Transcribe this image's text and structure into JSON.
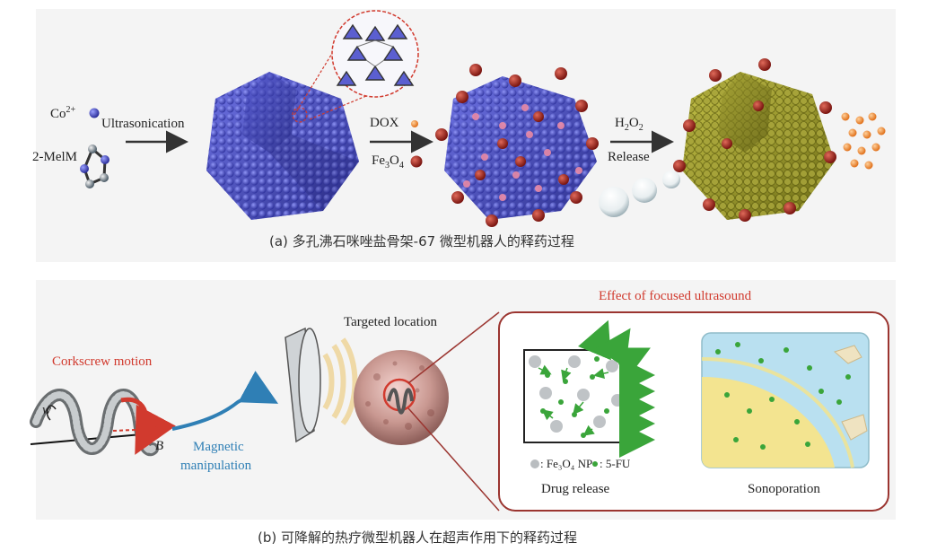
{
  "panel_a": {
    "co_label": "Co",
    "co_sup": "2+",
    "melm_label": "2-MelM",
    "ultrasonication": "Ultrasonication",
    "dox": "DOX",
    "fe3o4_prefix": "Fe",
    "fe3o4_sub1": "3",
    "fe3o4_mid": "O",
    "fe3o4_sub2": "4",
    "h2o2_h": "H",
    "h2o2_sub1": "2",
    "h2o2_o": "O",
    "h2o2_sub2": "2",
    "release": "Release",
    "caption": "(a) 多孔沸石咪唑盐骨架-67 微型机器人的释药过程"
  },
  "panel_b": {
    "effect_title": "Effect of focused ultrasound",
    "targeted_location": "Targeted location",
    "corkscrew_motion": "Corkscrew motion",
    "w_label": "w",
    "b_label": "B",
    "magnetic_line1": "Magnetic",
    "magnetic_line2": "manipulation",
    "legend_fe": ": Fe₃O₄ NP",
    "legend_fu": ": 5-FU",
    "drug_release": "Drug release",
    "sonoporation": "Sonoporation",
    "caption": "(b) 可降解的热疗微型机器人在超声作用下的释药过程"
  },
  "colors": {
    "zif_blue": "#4b4fc9",
    "fe_red": "#b5281f",
    "gold": "#8a8a1e",
    "text_red": "#d13a2e",
    "text_blue": "#2f7fb5",
    "green": "#3aa53a"
  }
}
